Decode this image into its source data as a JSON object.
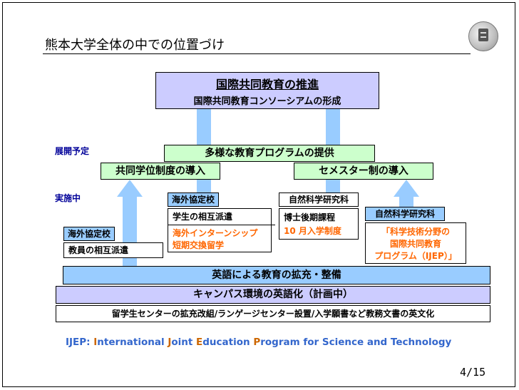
{
  "title": "熊本大学全体の中での位置づけ",
  "stage_labels": {
    "planned": "展開予定",
    "implemented": "実施中"
  },
  "top_box": {
    "line1": "国際共同教育の推進",
    "line2": "国際共同教育コンソーシアムの形成"
  },
  "middle": {
    "programs": "多様な教育プログラムの提供",
    "joint_degree": "共同学位制度の導入",
    "semester": "セメスター制の導入"
  },
  "implemented_boxes": {
    "partner_faculty": {
      "header": "海外協定校",
      "body": "教員の相互派遣"
    },
    "partner_students": {
      "header": "海外協定校",
      "body": "学生の相互派遣",
      "highlight_line1": "海外インターンシップ",
      "highlight_line2": "短期交換留学"
    },
    "science_phd": {
      "header": "自然科学研究科",
      "body": "博士後期課程",
      "highlight": "10 月入学制度"
    },
    "science_ijep": {
      "header": "自然科学研究科",
      "line1": "「科学技術分野の",
      "line2": "国際共同教育",
      "line3": "プログラム（IJEP）」"
    }
  },
  "bottom": {
    "english_education": "英語による教育の拡充・整備",
    "campus_english": "キャンパス環境の英語化（計画中）",
    "details": "留学生センターの拡充改組/ランゲージセンター設置/入学願書など教務文書の英文化"
  },
  "footnote": {
    "prefix": "IJEP: ",
    "i": "I",
    "i_rest": "nternational ",
    "j": "J",
    "j_rest": "oint ",
    "e": "E",
    "e_rest": "ducation ",
    "p": "P",
    "p_rest": "rogram for Science and Technology"
  },
  "page_number": "4/15",
  "colors": {
    "purple": "#ccccff",
    "green": "#ccffcc",
    "blue": "#99ccff",
    "red": "#ff0000",
    "orange": "#ff6600",
    "label": "#000099"
  }
}
